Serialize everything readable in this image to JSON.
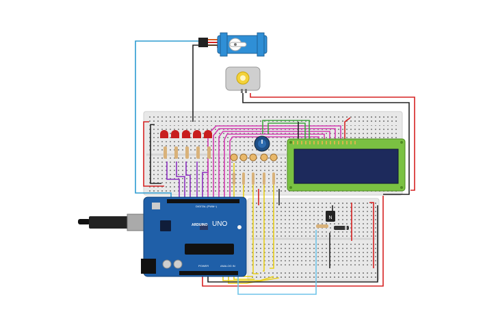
{
  "colors": {
    "background": "#ffffff",
    "breadboard": "#e6e6e6",
    "arduino_board": "#1f5fa8",
    "lcd_frame": "#7ac142",
    "lcd_screen": "#1d2a5c",
    "servo_body": "#2f8fd6",
    "wire_red": "#d62020",
    "wire_black": "#222222",
    "wire_blue": "#2b9bd1",
    "wire_yellow": "#e8cf1a",
    "wire_purple": "#8b2fbf",
    "wire_magenta": "#d23ab0",
    "wire_green": "#3fa63f",
    "wire_light_blue": "#6ec4e8",
    "led_red": "#c81e1e"
  },
  "arduino": {
    "brand": "ARDUINO",
    "model": "UNO",
    "header_digital": "DIGITAL (PWM~)",
    "header_power": "POWER",
    "header_analog": "ANALOG IN"
  },
  "components": {
    "leds": 5,
    "photoresistors": 5,
    "resistors_top_row": 5,
    "servo": "micro servo",
    "dc_motor": "DC motor",
    "potentiometer": "potentiometer",
    "lcd": "16x2 LCD",
    "transistor": "NPN transistor",
    "diode": "diode"
  }
}
